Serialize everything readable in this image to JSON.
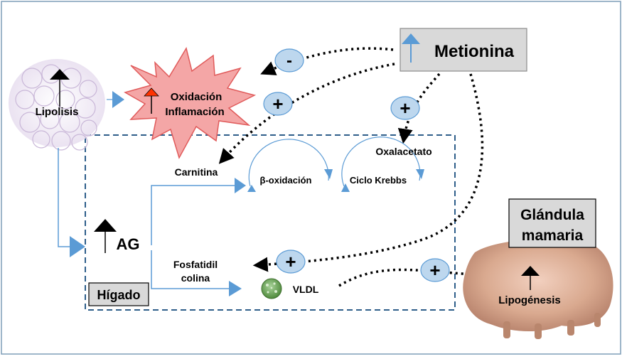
{
  "labels": {
    "metionina": "Metionina",
    "lipolisis": "Lipolisis",
    "oxidacion": "Oxidación",
    "inflamacion": "Inflamación",
    "carnitina": "Carnitina",
    "beta_oxidacion": "β-oxidación",
    "ciclo_krebbs": "Ciclo Krebbs",
    "oxalacetato": "Oxalacetato",
    "ag": "AG",
    "fosfatidil": "Fosfatidil",
    "colina": "colina",
    "vldl": "VLDL",
    "higado": "Hígado",
    "glandula": "Glándula",
    "mamaria": "mamaria",
    "lipogenesis": "Lipogénesis"
  },
  "signs": {
    "minus": "-",
    "plus": "+"
  },
  "colors": {
    "arrow_blue": "#5b9bd5",
    "dashed_border": "#2e5e8a",
    "label_box": "#d9d9d9",
    "burst_fill": "#f4a6a6",
    "up_arrow_red": "#ff3300",
    "badge_fill": "#bdd7ee",
    "vldl_green": "#6fa85a",
    "udder": "#d9a98f"
  },
  "icons": {
    "up_arrow": "up-arrow-icon",
    "lipid_droplet": "vldl-particle-icon"
  }
}
